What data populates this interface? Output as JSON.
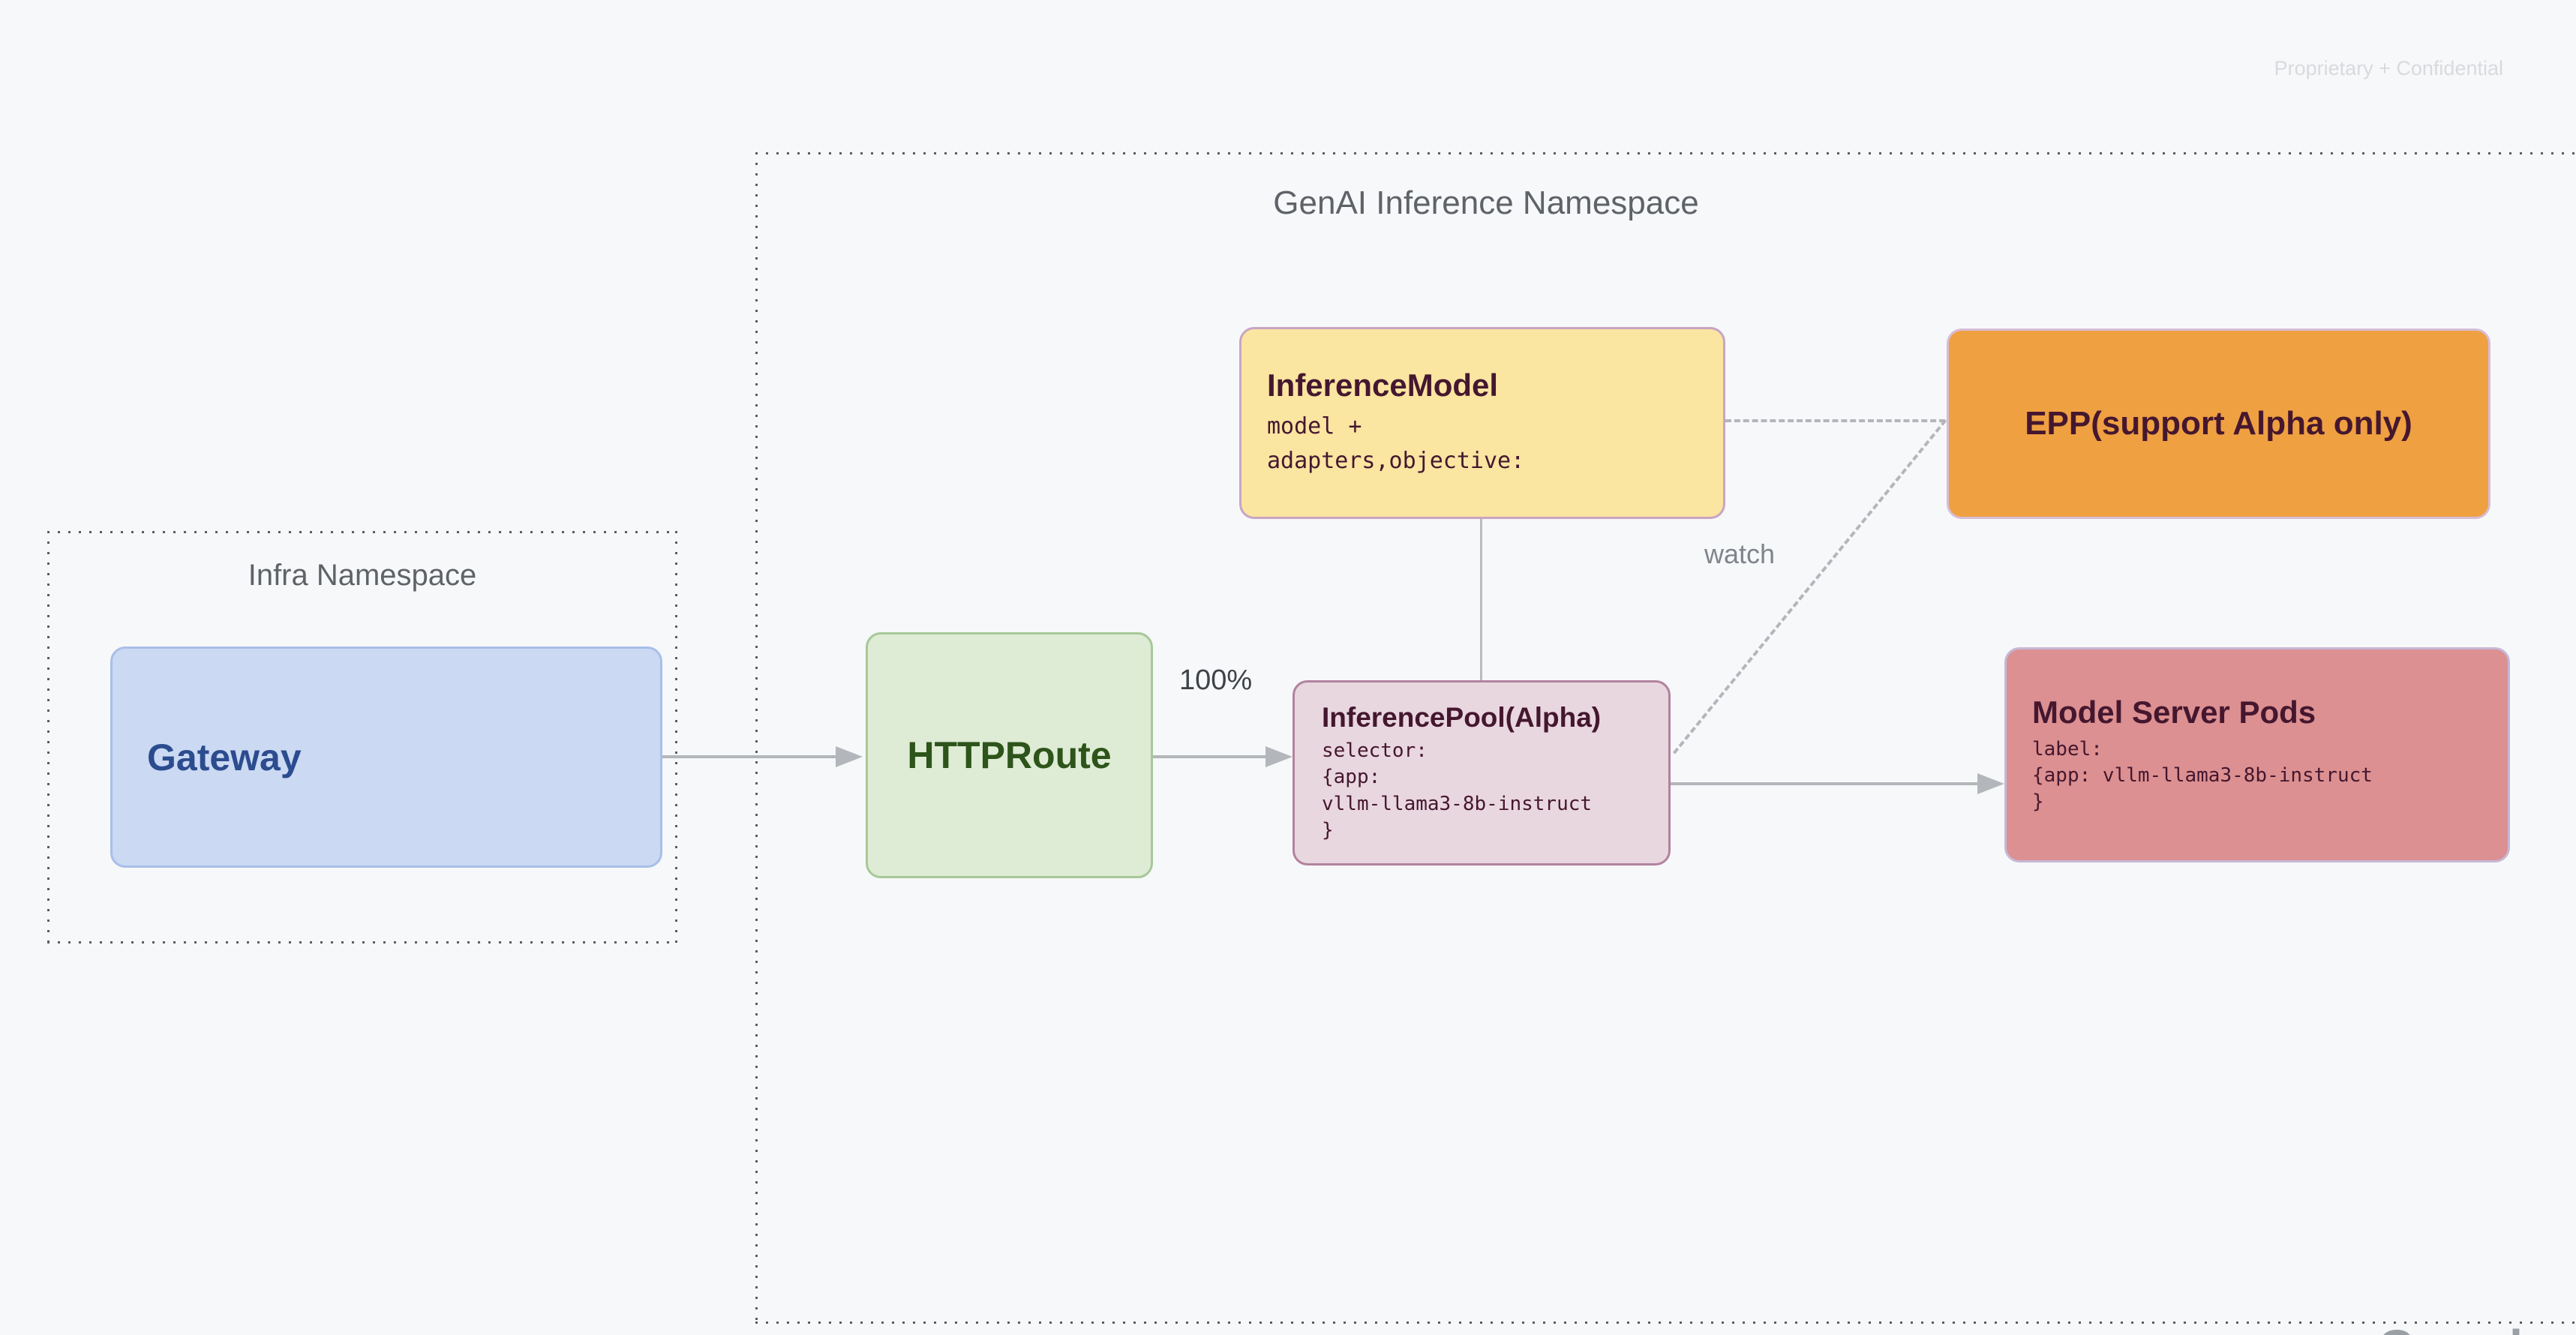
{
  "slide": {
    "watermark": "Proprietary + Confidential",
    "footer_logo_fragment": "Google"
  },
  "namespaces": {
    "genai": {
      "title": "GenAI Inference Namespace"
    },
    "infra": {
      "title": "Infra Namespace"
    }
  },
  "nodes": {
    "gateway": {
      "title": "Gateway"
    },
    "httproute": {
      "title": "HTTPRoute"
    },
    "inference_model": {
      "title": "InferenceModel",
      "body": "model +\nadapters,objective:"
    },
    "epp": {
      "title": "EPP(support Alpha only)"
    },
    "inference_pool": {
      "title": "InferencePool(Alpha)",
      "body": "selector:\n{app:\nvllm-llama3-8b-instruct\n}"
    },
    "model_server_pods": {
      "title": "Model Server Pods",
      "body": "label:\n{app: vllm-llama3-8b-instruct\n}"
    }
  },
  "edges": {
    "route_weight_label": "100%",
    "watch_label": "watch"
  },
  "colors": {
    "background": "#f7f8fa",
    "gateway_fill": "#cbd9f3",
    "gateway_text": "#2b4c8e",
    "httproute_fill": "#deebd5",
    "httproute_text": "#2d541a",
    "inference_model_fill": "#fae5a1",
    "epp_fill": "#efa041",
    "inference_pool_fill": "#e9d7df",
    "model_server_pods_fill": "#dc9091",
    "node_text_maroon": "#45172f",
    "edge_gray": "#b3b6ba",
    "namespace_title_gray": "#5f6368",
    "watermark_gray": "#d8dadd"
  }
}
